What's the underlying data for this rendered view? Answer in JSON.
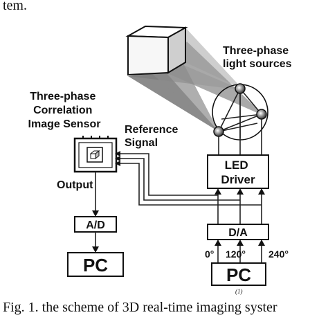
{
  "top_fragment": "tem.",
  "light_sources_label": [
    "Three-phase",
    "light sources"
  ],
  "sensor_label": [
    "Three-phase",
    "Correlation",
    "Image Sensor"
  ],
  "reference_signal_label": [
    "Reference",
    "Signal"
  ],
  "output_label": "Output",
  "ad_label": "A/D",
  "pc_left_label": "PC",
  "led_driver_label": [
    "LED",
    "Driver"
  ],
  "da_label": "D/A",
  "phase_labels": [
    "0°",
    "120°",
    "240°"
  ],
  "pc_right_label": "PC",
  "small_mark": "(1)",
  "caption": "Fig. 1. the scheme of 3D real-time imaging syster"
}
